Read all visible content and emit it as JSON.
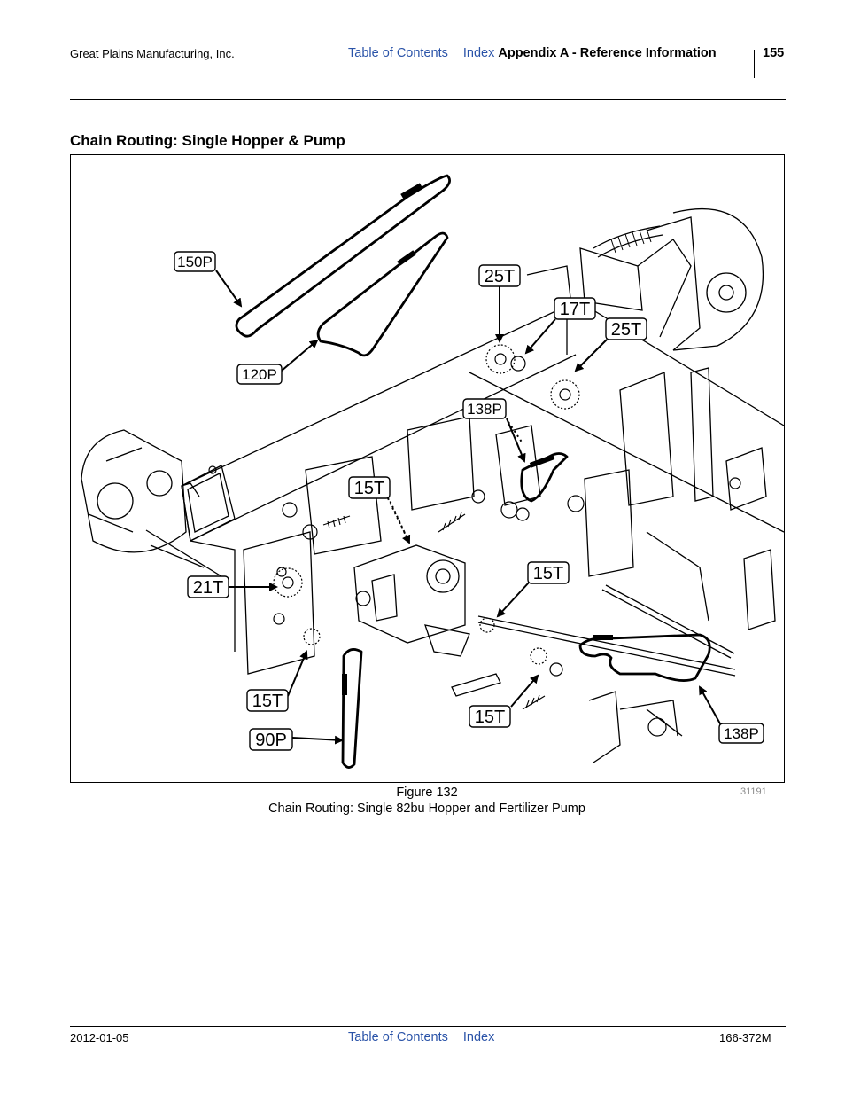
{
  "header": {
    "company": "Great Plains Manufacturing, Inc.",
    "toc_link": "Table of Contents",
    "index_link": "Index",
    "appendix_title": "Appendix A - Reference Information",
    "page_number": "155"
  },
  "section": {
    "title": "Chain Routing: Single Hopper & Pump"
  },
  "figure": {
    "number_label": "Figure 132",
    "caption": "Chain Routing: Single 82bu Hopper and Fertilizer Pump",
    "drawing_id": "31191",
    "callouts": {
      "c150p": "150P",
      "c120p": "120P",
      "c25t_a": "25T",
      "c17t": "17T",
      "c25t_b": "25T",
      "c138p_a": "138P",
      "c15t_a": "15T",
      "c15t_b": "15T",
      "c21t": "21T",
      "c15t_c": "15T",
      "c15t_d": "15T",
      "c90p": "90P",
      "c138p_b": "138P"
    }
  },
  "footer": {
    "date": "2012-01-05",
    "toc_link": "Table of Contents",
    "index_link": "Index",
    "doc_number": "166-372M"
  }
}
